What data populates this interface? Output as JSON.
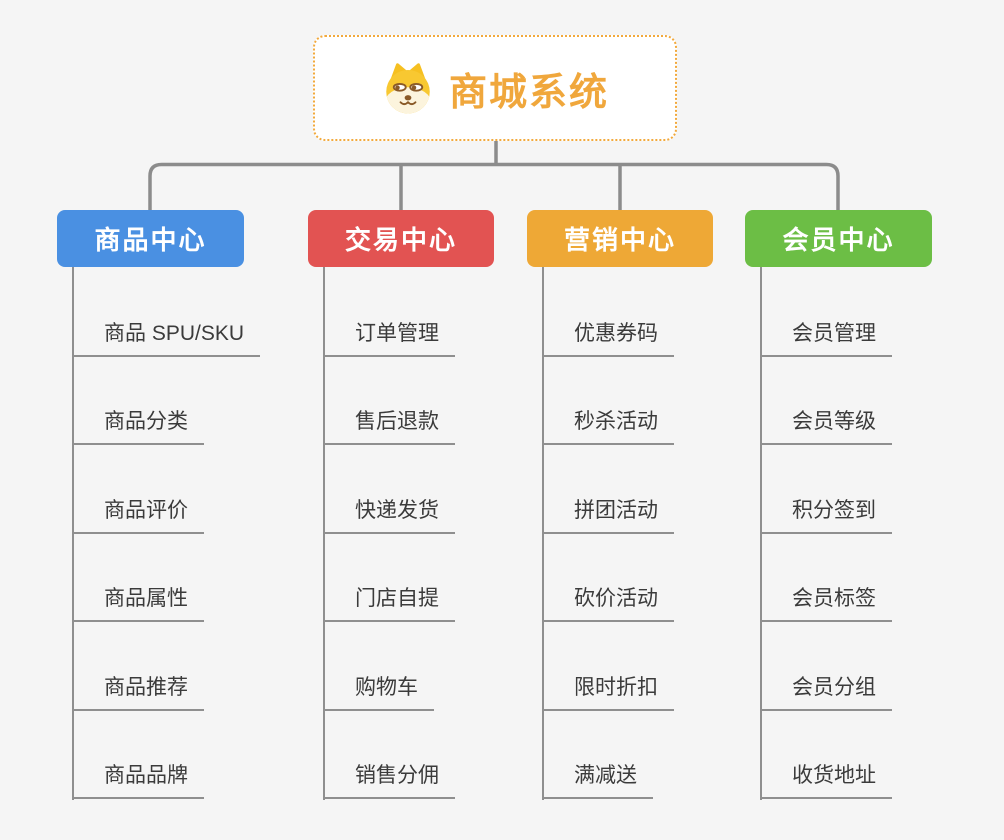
{
  "root": {
    "title": "商城系统",
    "icon": "dog-face-icon"
  },
  "branches": [
    {
      "label": "商品中心",
      "color": "#4a90e2",
      "children": [
        "商品 SPU/SKU",
        "商品分类",
        "商品评价",
        "商品属性",
        "商品推荐",
        "商品品牌"
      ]
    },
    {
      "label": "交易中心",
      "color": "#e25352",
      "children": [
        "订单管理",
        "售后退款",
        "快递发货",
        "门店自提",
        "购物车",
        "销售分佣"
      ]
    },
    {
      "label": "营销中心",
      "color": "#eea836",
      "children": [
        "优惠券码",
        "秒杀活动",
        "拼团活动",
        "砍价活动",
        "限时折扣",
        "满减送"
      ]
    },
    {
      "label": "会员中心",
      "color": "#6cbe45",
      "children": [
        "会员管理",
        "会员等级",
        "积分签到",
        "会员标签",
        "会员分组",
        "收货地址"
      ]
    }
  ],
  "colors": {
    "background": "#f5f5f5",
    "root_border": "#f2a93c",
    "root_text": "#f0a73c",
    "connector": "#8c8c8c",
    "child_line": "#8f8f8f",
    "child_text": "#3b3b3b"
  }
}
